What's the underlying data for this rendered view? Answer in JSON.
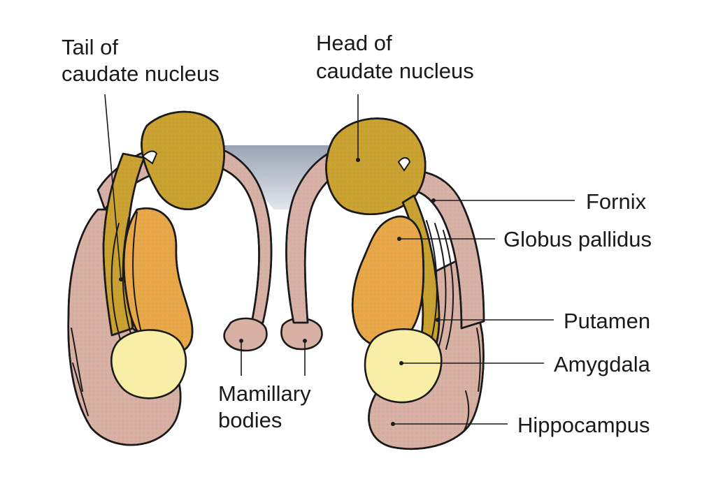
{
  "labels": {
    "tail_caudate": [
      "Tail of",
      "caudate nucleus"
    ],
    "head_caudate": [
      "Head of",
      "caudate nucleus"
    ],
    "fornix": "Fornix",
    "globus_pallidus": "Globus pallidus",
    "putamen": "Putamen",
    "amygdala": "Amygdala",
    "hippocampus": "Hippocampus",
    "mamillary": [
      "Mamillary",
      "bodies"
    ]
  },
  "colors": {
    "caudate": "#c9a232",
    "fornix": "#d8b1a6",
    "putamen": "#e8a84a",
    "amygdala": "#f8eea8",
    "hippocampus": "#d9b0a4",
    "commissure": "#b8c0cc"
  }
}
